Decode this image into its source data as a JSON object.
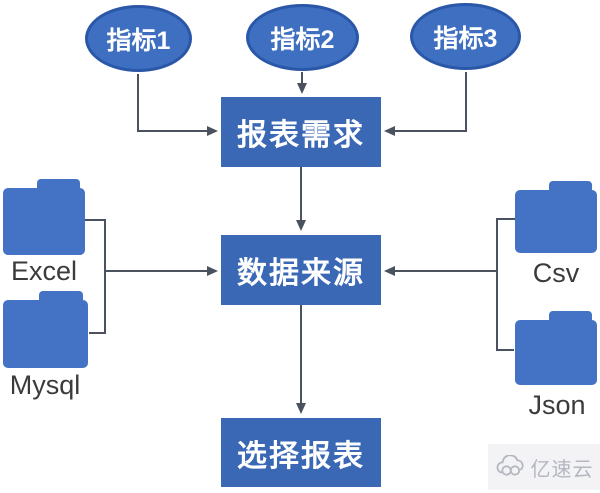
{
  "nodes": {
    "indicator1": {
      "label": "指标1",
      "shape": "ellipse"
    },
    "indicator2": {
      "label": "指标2",
      "shape": "ellipse"
    },
    "indicator3": {
      "label": "指标3",
      "shape": "ellipse"
    },
    "report_demand": {
      "label": "报表需求",
      "shape": "rectangle"
    },
    "data_source": {
      "label": "数据来源",
      "shape": "rectangle"
    },
    "select_report": {
      "label": "选择报表",
      "shape": "rectangle"
    },
    "excel": {
      "label": "Excel",
      "shape": "folder"
    },
    "mysql": {
      "label": "Mysql",
      "shape": "folder"
    },
    "csv": {
      "label": "Csv",
      "shape": "folder"
    },
    "json": {
      "label": "Json",
      "shape": "folder"
    }
  },
  "edges": [
    {
      "from": "indicator1",
      "to": "report_demand"
    },
    {
      "from": "indicator2",
      "to": "report_demand"
    },
    {
      "from": "indicator3",
      "to": "report_demand"
    },
    {
      "from": "report_demand",
      "to": "data_source"
    },
    {
      "from": "excel",
      "to": "data_source"
    },
    {
      "from": "mysql",
      "to": "data_source"
    },
    {
      "from": "csv",
      "to": "data_source"
    },
    {
      "from": "json",
      "to": "data_source"
    },
    {
      "from": "data_source",
      "to": "select_report"
    }
  ],
  "watermark": {
    "text": "亿速云",
    "icon": "cloud-logo-icon"
  },
  "colors": {
    "shape_blue": "#3a68b5",
    "ellipse_fill": "#3f6fc0",
    "ellipse_border": "#2b57a8",
    "folder_blue": "#4472c4",
    "connector": "#49525e",
    "label_color": "#3b3b3b",
    "watermark_bg": "#f3f3f5",
    "watermark_fg": "#b3b7c0",
    "canvas_bg": "#ffffff"
  }
}
